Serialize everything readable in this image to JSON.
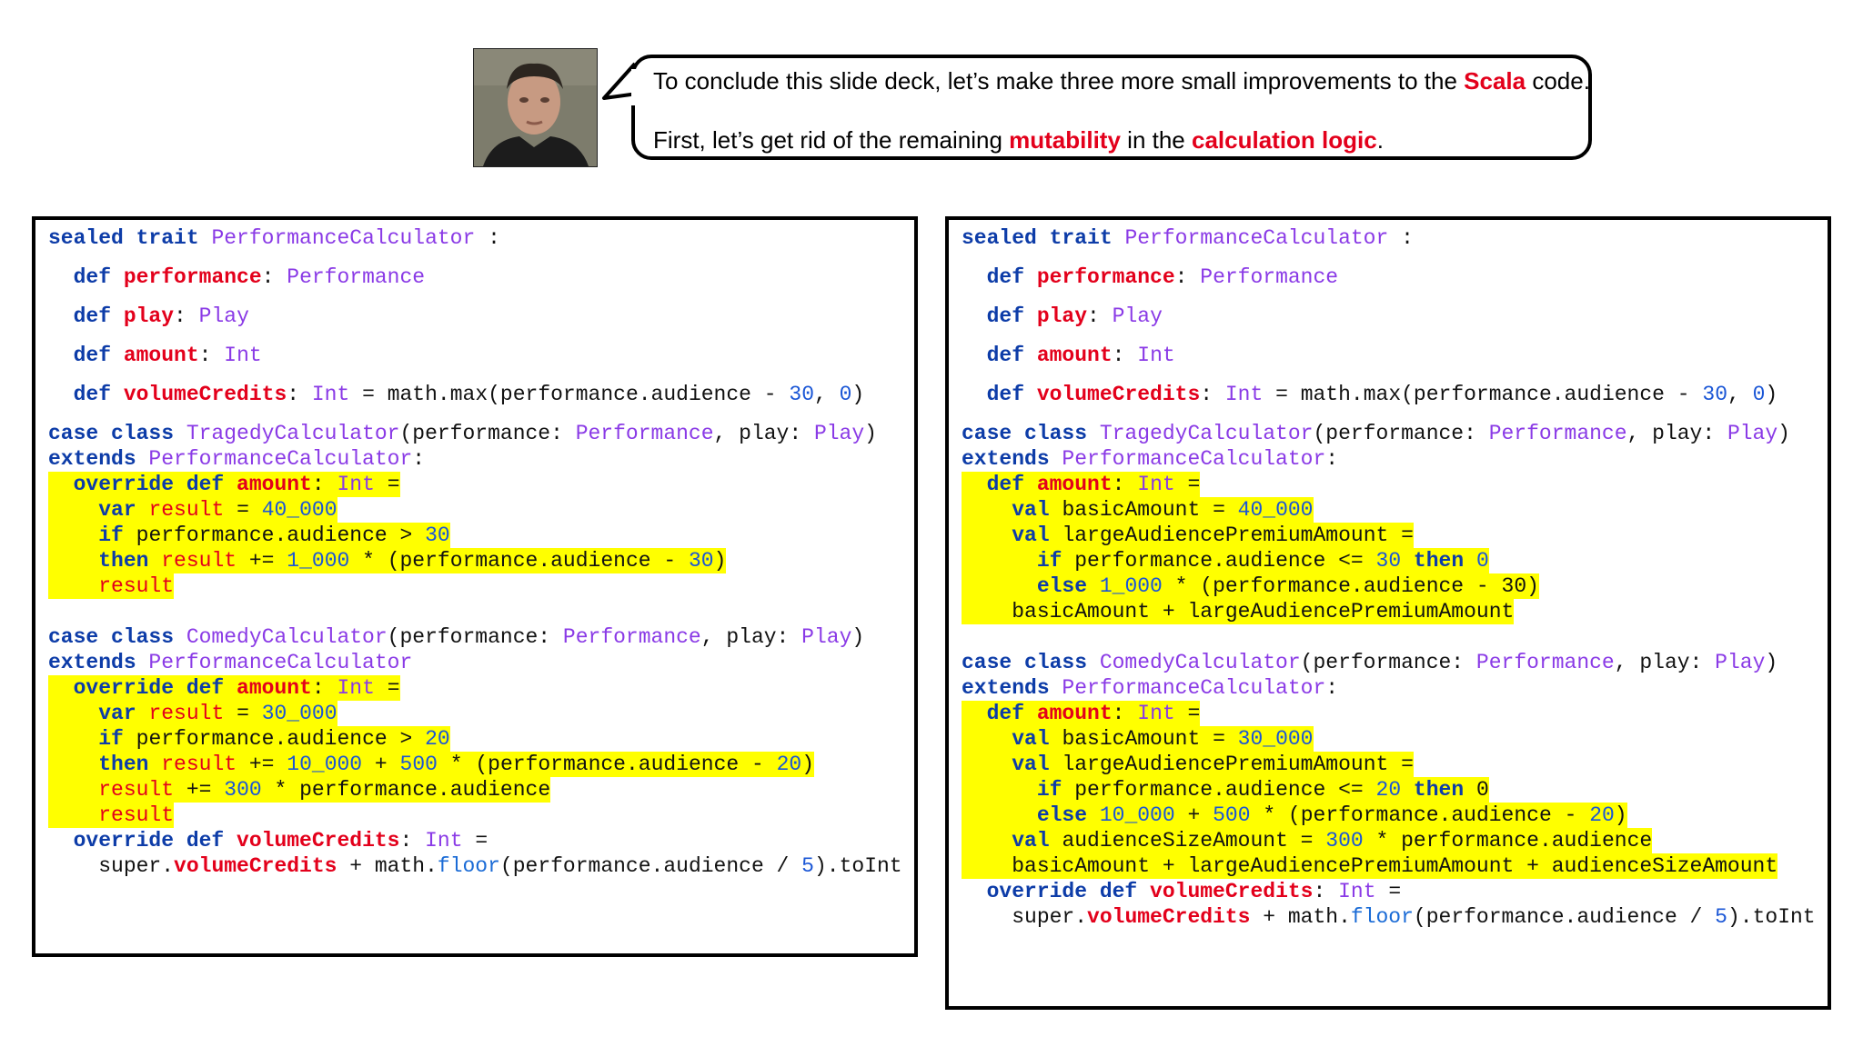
{
  "narration": {
    "line1_pre": "To conclude this slide deck, let’s make three more small improvements to the ",
    "line1_hl": "Scala",
    "line1_post": " code.",
    "line2_pre": "First, let’s get rid of the remaining ",
    "line2_hl1": "mutability",
    "line2_mid": " in the ",
    "line2_hl2": "calculation logic",
    "line2_post": "."
  },
  "colors": {
    "keyword": "#0d3ca8",
    "type": "#8a3ae6",
    "member": "#e3001b",
    "number": "#1a56d6",
    "highlight": "#ffff00"
  },
  "left_code": [
    {
      "hl": false,
      "t": [
        [
          "kw",
          "sealed trait "
        ],
        [
          "typ",
          "PerformanceCalculator"
        ],
        [
          "txt",
          " :"
        ]
      ]
    },
    {
      "hl": false,
      "t": []
    },
    {
      "hl": false,
      "t": [
        [
          "txt",
          "  "
        ],
        [
          "kw",
          "def "
        ],
        [
          "mem",
          "performance"
        ],
        [
          "txt",
          ": "
        ],
        [
          "typ",
          "Performance"
        ]
      ]
    },
    {
      "hl": false,
      "t": []
    },
    {
      "hl": false,
      "t": [
        [
          "txt",
          "  "
        ],
        [
          "kw",
          "def "
        ],
        [
          "mem",
          "play"
        ],
        [
          "txt",
          ": "
        ],
        [
          "typ",
          "Play"
        ]
      ]
    },
    {
      "hl": false,
      "t": []
    },
    {
      "hl": false,
      "t": [
        [
          "txt",
          "  "
        ],
        [
          "kw",
          "def "
        ],
        [
          "mem",
          "amount"
        ],
        [
          "txt",
          ": "
        ],
        [
          "typ",
          "Int"
        ]
      ]
    },
    {
      "hl": false,
      "t": []
    },
    {
      "hl": false,
      "t": [
        [
          "txt",
          "  "
        ],
        [
          "kw",
          "def "
        ],
        [
          "mem",
          "volumeCredits"
        ],
        [
          "txt",
          ": "
        ],
        [
          "typ",
          "Int"
        ],
        [
          "txt",
          " = math.max(performance.audience - "
        ],
        [
          "num",
          "30"
        ],
        [
          "txt",
          ", "
        ],
        [
          "num",
          "0"
        ],
        [
          "txt",
          ")"
        ]
      ]
    },
    {
      "hl": false,
      "t": []
    },
    {
      "hl": false,
      "t": [
        [
          "kw",
          "case class "
        ],
        [
          "typ",
          "TragedyCalculator"
        ],
        [
          "txt",
          "(performance: "
        ],
        [
          "typ",
          "Performance"
        ],
        [
          "txt",
          ", play: "
        ],
        [
          "typ",
          "Play"
        ],
        [
          "txt",
          ")"
        ]
      ]
    },
    {
      "hl": false,
      "t": [
        [
          "kw",
          "extends "
        ],
        [
          "typ",
          "PerformanceCalculator"
        ],
        [
          "txt",
          ":"
        ]
      ]
    },
    {
      "hl": true,
      "t": [
        [
          "txt",
          "  "
        ],
        [
          "kw",
          "override def "
        ],
        [
          "mem",
          "amount"
        ],
        [
          "txt",
          ": "
        ],
        [
          "typ",
          "Int"
        ],
        [
          "txt",
          " ="
        ]
      ]
    },
    {
      "hl": true,
      "t": [
        [
          "txt",
          "    "
        ],
        [
          "kw",
          "var "
        ],
        [
          "var",
          "result"
        ],
        [
          "txt",
          " = "
        ],
        [
          "num",
          "40_000"
        ]
      ]
    },
    {
      "hl": true,
      "t": [
        [
          "txt",
          "    "
        ],
        [
          "kw",
          "if "
        ],
        [
          "txt",
          "performance.audience > "
        ],
        [
          "num",
          "30"
        ]
      ]
    },
    {
      "hl": true,
      "t": [
        [
          "txt",
          "    "
        ],
        [
          "kw",
          "then "
        ],
        [
          "var",
          "result"
        ],
        [
          "txt",
          " += "
        ],
        [
          "num",
          "1_000"
        ],
        [
          "txt",
          " * (performance.audience - "
        ],
        [
          "num",
          "30"
        ],
        [
          "txt",
          ")"
        ]
      ]
    },
    {
      "hl": true,
      "t": [
        [
          "txt",
          "    "
        ],
        [
          "var",
          "result"
        ]
      ]
    },
    {
      "hl": false,
      "t": []
    },
    {
      "hl": false,
      "t": [
        [
          "kw",
          "case class "
        ],
        [
          "typ",
          "ComedyCalculator"
        ],
        [
          "txt",
          "(performance: "
        ],
        [
          "typ",
          "Performance"
        ],
        [
          "txt",
          ", play: "
        ],
        [
          "typ",
          "Play"
        ],
        [
          "txt",
          ")"
        ]
      ]
    },
    {
      "hl": false,
      "t": [
        [
          "kw",
          "extends "
        ],
        [
          "typ",
          "PerformanceCalculator"
        ]
      ]
    },
    {
      "hl": true,
      "t": [
        [
          "txt",
          "  "
        ],
        [
          "kw",
          "override def "
        ],
        [
          "mem",
          "amount"
        ],
        [
          "txt",
          ": "
        ],
        [
          "typ",
          "Int"
        ],
        [
          "txt",
          " ="
        ]
      ]
    },
    {
      "hl": true,
      "t": [
        [
          "txt",
          "    "
        ],
        [
          "kw",
          "var "
        ],
        [
          "var",
          "result"
        ],
        [
          "txt",
          " = "
        ],
        [
          "num",
          "30_000"
        ]
      ]
    },
    {
      "hl": true,
      "t": [
        [
          "txt",
          "    "
        ],
        [
          "kw",
          "if "
        ],
        [
          "txt",
          "performance.audience > "
        ],
        [
          "num",
          "20"
        ]
      ]
    },
    {
      "hl": true,
      "t": [
        [
          "txt",
          "    "
        ],
        [
          "kw",
          "then "
        ],
        [
          "var",
          "result"
        ],
        [
          "txt",
          " += "
        ],
        [
          "num",
          "10_000"
        ],
        [
          "txt",
          " + "
        ],
        [
          "num",
          "500"
        ],
        [
          "txt",
          " * (performance.audience - "
        ],
        [
          "num",
          "20"
        ],
        [
          "txt",
          ")"
        ]
      ]
    },
    {
      "hl": true,
      "t": [
        [
          "txt",
          "    "
        ],
        [
          "var",
          "result"
        ],
        [
          "txt",
          " += "
        ],
        [
          "num",
          "300"
        ],
        [
          "txt",
          " * performance.audience"
        ]
      ]
    },
    {
      "hl": true,
      "t": [
        [
          "txt",
          "    "
        ],
        [
          "var",
          "result"
        ]
      ]
    },
    {
      "hl": false,
      "t": [
        [
          "txt",
          "  "
        ],
        [
          "kw",
          "override def "
        ],
        [
          "mem",
          "volumeCredits"
        ],
        [
          "txt",
          ": "
        ],
        [
          "typ",
          "Int"
        ],
        [
          "txt",
          " ="
        ]
      ]
    },
    {
      "hl": false,
      "t": [
        [
          "txt",
          "    super."
        ],
        [
          "mem",
          "volumeCredits"
        ],
        [
          "txt",
          " + math."
        ],
        [
          "fn",
          "floor"
        ],
        [
          "txt",
          "(performance.audience / "
        ],
        [
          "num",
          "5"
        ],
        [
          "txt",
          ").toInt"
        ]
      ]
    }
  ],
  "right_code": [
    {
      "hl": false,
      "t": [
        [
          "kw",
          "sealed trait "
        ],
        [
          "typ",
          "PerformanceCalculator"
        ],
        [
          "txt",
          " :"
        ]
      ]
    },
    {
      "hl": false,
      "t": []
    },
    {
      "hl": false,
      "t": [
        [
          "txt",
          "  "
        ],
        [
          "kw",
          "def "
        ],
        [
          "mem",
          "performance"
        ],
        [
          "txt",
          ": "
        ],
        [
          "typ",
          "Performance"
        ]
      ]
    },
    {
      "hl": false,
      "t": []
    },
    {
      "hl": false,
      "t": [
        [
          "txt",
          "  "
        ],
        [
          "kw",
          "def "
        ],
        [
          "mem",
          "play"
        ],
        [
          "txt",
          ": "
        ],
        [
          "typ",
          "Play"
        ]
      ]
    },
    {
      "hl": false,
      "t": []
    },
    {
      "hl": false,
      "t": [
        [
          "txt",
          "  "
        ],
        [
          "kw",
          "def "
        ],
        [
          "mem",
          "amount"
        ],
        [
          "txt",
          ": "
        ],
        [
          "typ",
          "Int"
        ]
      ]
    },
    {
      "hl": false,
      "t": []
    },
    {
      "hl": false,
      "t": [
        [
          "txt",
          "  "
        ],
        [
          "kw",
          "def "
        ],
        [
          "mem",
          "volumeCredits"
        ],
        [
          "txt",
          ": "
        ],
        [
          "typ",
          "Int"
        ],
        [
          "txt",
          " = math.max(performance.audience - "
        ],
        [
          "num",
          "30"
        ],
        [
          "txt",
          ", "
        ],
        [
          "num",
          "0"
        ],
        [
          "txt",
          ")"
        ]
      ]
    },
    {
      "hl": false,
      "t": []
    },
    {
      "hl": false,
      "t": [
        [
          "kw",
          "case class "
        ],
        [
          "typ",
          "TragedyCalculator"
        ],
        [
          "txt",
          "(performance: "
        ],
        [
          "typ",
          "Performance"
        ],
        [
          "txt",
          ", play: "
        ],
        [
          "typ",
          "Play"
        ],
        [
          "txt",
          ")"
        ]
      ]
    },
    {
      "hl": false,
      "t": [
        [
          "kw",
          "extends "
        ],
        [
          "typ",
          "PerformanceCalculator"
        ],
        [
          "txt",
          ":"
        ]
      ]
    },
    {
      "hl": true,
      "t": [
        [
          "txt",
          "  "
        ],
        [
          "kw",
          "def "
        ],
        [
          "mem",
          "amount"
        ],
        [
          "txt",
          ": "
        ],
        [
          "typ",
          "Int"
        ],
        [
          "txt",
          " ="
        ]
      ]
    },
    {
      "hl": true,
      "t": [
        [
          "txt",
          "    "
        ],
        [
          "kw",
          "val "
        ],
        [
          "txt",
          "basicAmount = "
        ],
        [
          "num",
          "40_000"
        ]
      ]
    },
    {
      "hl": true,
      "t": [
        [
          "txt",
          "    "
        ],
        [
          "kw",
          "val "
        ],
        [
          "txt",
          "largeAudiencePremiumAmount ="
        ]
      ]
    },
    {
      "hl": true,
      "t": [
        [
          "txt",
          "      "
        ],
        [
          "kw",
          "if "
        ],
        [
          "txt",
          "performance.audience <= "
        ],
        [
          "num",
          "30"
        ],
        [
          "kw",
          " then "
        ],
        [
          "num",
          "0"
        ]
      ]
    },
    {
      "hl": true,
      "t": [
        [
          "txt",
          "      "
        ],
        [
          "kw",
          "else "
        ],
        [
          "num",
          "1_000"
        ],
        [
          "txt",
          " * (performance.audience - 30)"
        ]
      ]
    },
    {
      "hl": true,
      "t": [
        [
          "txt",
          "    basicAmount + largeAudiencePremiumAmount"
        ]
      ]
    },
    {
      "hl": false,
      "t": []
    },
    {
      "hl": false,
      "t": [
        [
          "kw",
          "case class "
        ],
        [
          "typ",
          "ComedyCalculator"
        ],
        [
          "txt",
          "(performance: "
        ],
        [
          "typ",
          "Performance"
        ],
        [
          "txt",
          ", play: "
        ],
        [
          "typ",
          "Play"
        ],
        [
          "txt",
          ")"
        ]
      ]
    },
    {
      "hl": false,
      "t": [
        [
          "kw",
          "extends "
        ],
        [
          "typ",
          "PerformanceCalculator"
        ],
        [
          "txt",
          ":"
        ]
      ]
    },
    {
      "hl": true,
      "t": [
        [
          "txt",
          "  "
        ],
        [
          "kw",
          "def "
        ],
        [
          "mem",
          "amount"
        ],
        [
          "txt",
          ": "
        ],
        [
          "typ",
          "Int"
        ],
        [
          "txt",
          " ="
        ]
      ]
    },
    {
      "hl": true,
      "t": [
        [
          "txt",
          "    "
        ],
        [
          "kw",
          "val "
        ],
        [
          "txt",
          "basicAmount = "
        ],
        [
          "num",
          "30_000"
        ]
      ]
    },
    {
      "hl": true,
      "t": [
        [
          "txt",
          "    "
        ],
        [
          "kw",
          "val "
        ],
        [
          "txt",
          "largeAudiencePremiumAmount ="
        ]
      ]
    },
    {
      "hl": true,
      "t": [
        [
          "txt",
          "      "
        ],
        [
          "kw",
          "if "
        ],
        [
          "txt",
          "performance.audience <= "
        ],
        [
          "num",
          "20"
        ],
        [
          "kw",
          " then "
        ],
        [
          "txt",
          "0"
        ]
      ]
    },
    {
      "hl": true,
      "t": [
        [
          "txt",
          "      "
        ],
        [
          "kw",
          "else "
        ],
        [
          "num",
          "10_000"
        ],
        [
          "txt",
          " + "
        ],
        [
          "num",
          "500"
        ],
        [
          "txt",
          " * (performance.audience - "
        ],
        [
          "num",
          "20"
        ],
        [
          "txt",
          ")"
        ]
      ]
    },
    {
      "hl": true,
      "t": [
        [
          "txt",
          "    "
        ],
        [
          "kw",
          "val "
        ],
        [
          "txt",
          "audienceSizeAmount = "
        ],
        [
          "num",
          "300"
        ],
        [
          "txt",
          " * performance.audience"
        ]
      ]
    },
    {
      "hl": true,
      "t": [
        [
          "txt",
          "    basicAmount + largeAudiencePremiumAmount + audienceSizeAmount"
        ]
      ]
    },
    {
      "hl": false,
      "t": [
        [
          "txt",
          "  "
        ],
        [
          "kw",
          "override def "
        ],
        [
          "mem",
          "volumeCredits"
        ],
        [
          "txt",
          ": "
        ],
        [
          "typ",
          "Int"
        ],
        [
          "txt",
          " ="
        ]
      ]
    },
    {
      "hl": false,
      "t": [
        [
          "txt",
          "    super."
        ],
        [
          "mem",
          "volumeCredits"
        ],
        [
          "txt",
          " + math."
        ],
        [
          "fn",
          "floor"
        ],
        [
          "txt",
          "(performance.audience / "
        ],
        [
          "num",
          "5"
        ],
        [
          "txt",
          ").toInt"
        ]
      ]
    }
  ]
}
